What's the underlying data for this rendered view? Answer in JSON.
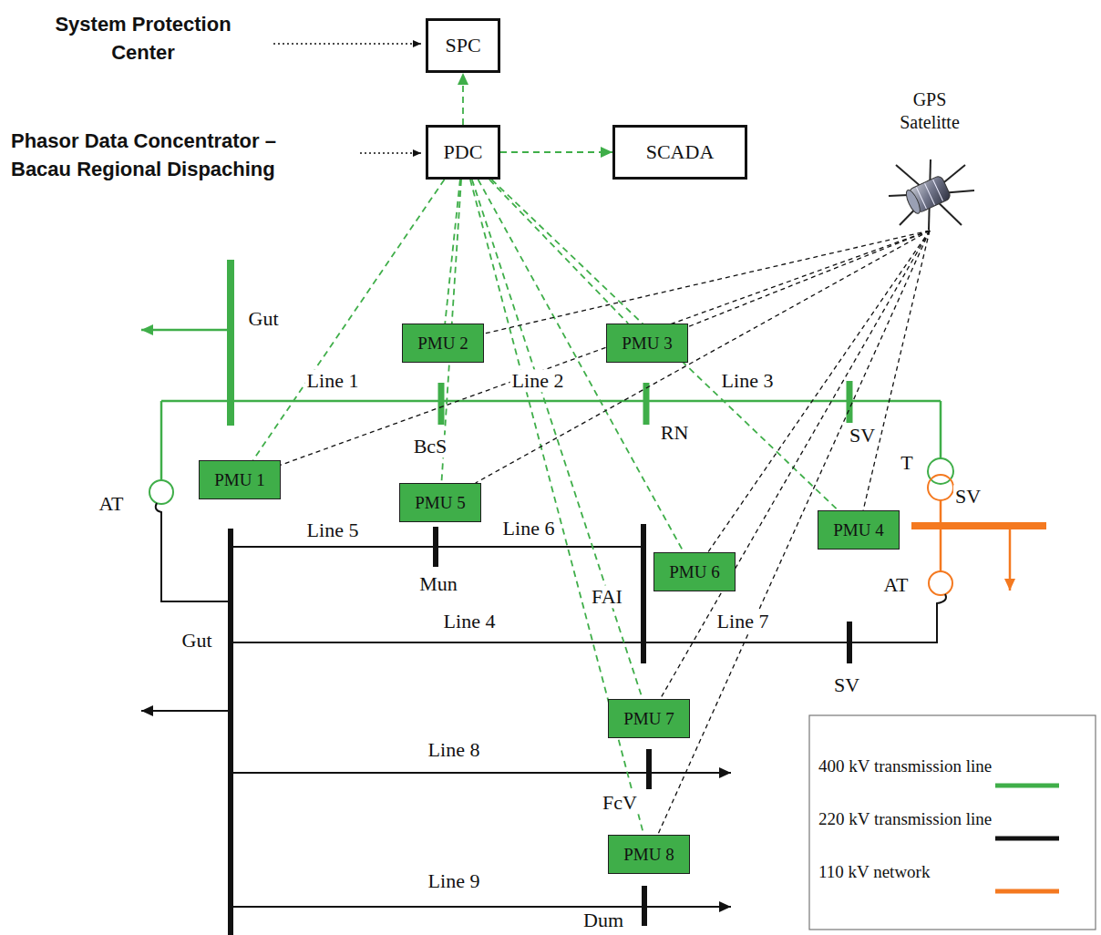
{
  "diagram": {
    "nodes": [
      {
        "text": [
          "SPC"
        ]
      },
      {
        "text": [
          "PDC"
        ]
      },
      {
        "text": [
          "SCADA"
        ]
      },
      {
        "text": [
          "GPS Satelitte"
        ]
      },
      {
        "text": [
          "PMU 1"
        ]
      },
      {
        "text": [
          "PMU 2"
        ]
      },
      {
        "text": [
          "PMU 3"
        ]
      },
      {
        "text": [
          "PMU 4"
        ]
      },
      {
        "text": [
          "PMU 5"
        ]
      },
      {
        "text": [
          "PMU 6"
        ]
      },
      {
        "text": [
          "PMU 7"
        ]
      },
      {
        "text": [
          "PMU 8"
        ]
      }
    ],
    "edges": [
      {
        "from": 1,
        "to": 0,
        "arrow": "to"
      },
      {
        "from": 1,
        "to": 2,
        "arrow": "to"
      },
      {
        "from": 1,
        "to": 4,
        "arrow": "none"
      },
      {
        "from": 1,
        "to": 5,
        "arrow": "none"
      },
      {
        "from": 1,
        "to": 6,
        "arrow": "none"
      },
      {
        "from": 1,
        "to": 7,
        "arrow": "none"
      },
      {
        "from": 1,
        "to": 8,
        "arrow": "none"
      },
      {
        "from": 1,
        "to": 9,
        "arrow": "none"
      },
      {
        "from": 1,
        "to": 10,
        "arrow": "none"
      },
      {
        "from": 1,
        "to": 11,
        "arrow": "none"
      },
      {
        "from": 3,
        "to": 4,
        "arrow": "none"
      },
      {
        "from": 3,
        "to": 5,
        "arrow": "none"
      },
      {
        "from": 3,
        "to": 6,
        "arrow": "none"
      },
      {
        "from": 3,
        "to": 7,
        "arrow": "none"
      },
      {
        "from": 3,
        "to": 8,
        "arrow": "none"
      },
      {
        "from": 3,
        "to": 9,
        "arrow": "none"
      },
      {
        "from": 3,
        "to": 10,
        "arrow": "none"
      },
      {
        "from": 3,
        "to": 11,
        "arrow": "none"
      }
    ],
    "labels": [
      "System Protection Center",
      "Phasor Data Concentrator – Bacau Regional Dispaching",
      "Gut",
      "Line 1",
      "Line 2",
      "Line 3",
      "BcS",
      "RN",
      "SV",
      "T",
      "SV",
      "AT",
      "AT",
      "Line 5",
      "Line 6",
      "Mun",
      "FAI",
      "Gut",
      "Line 4",
      "Line 7",
      "SV",
      "Line 8",
      "FcV",
      "Line 9",
      "Dum"
    ],
    "legend": [
      {
        "text": "400 kV transmission line"
      },
      {
        "text": "220 kV transmission line"
      },
      {
        "text": "110 kV network"
      }
    ]
  }
}
